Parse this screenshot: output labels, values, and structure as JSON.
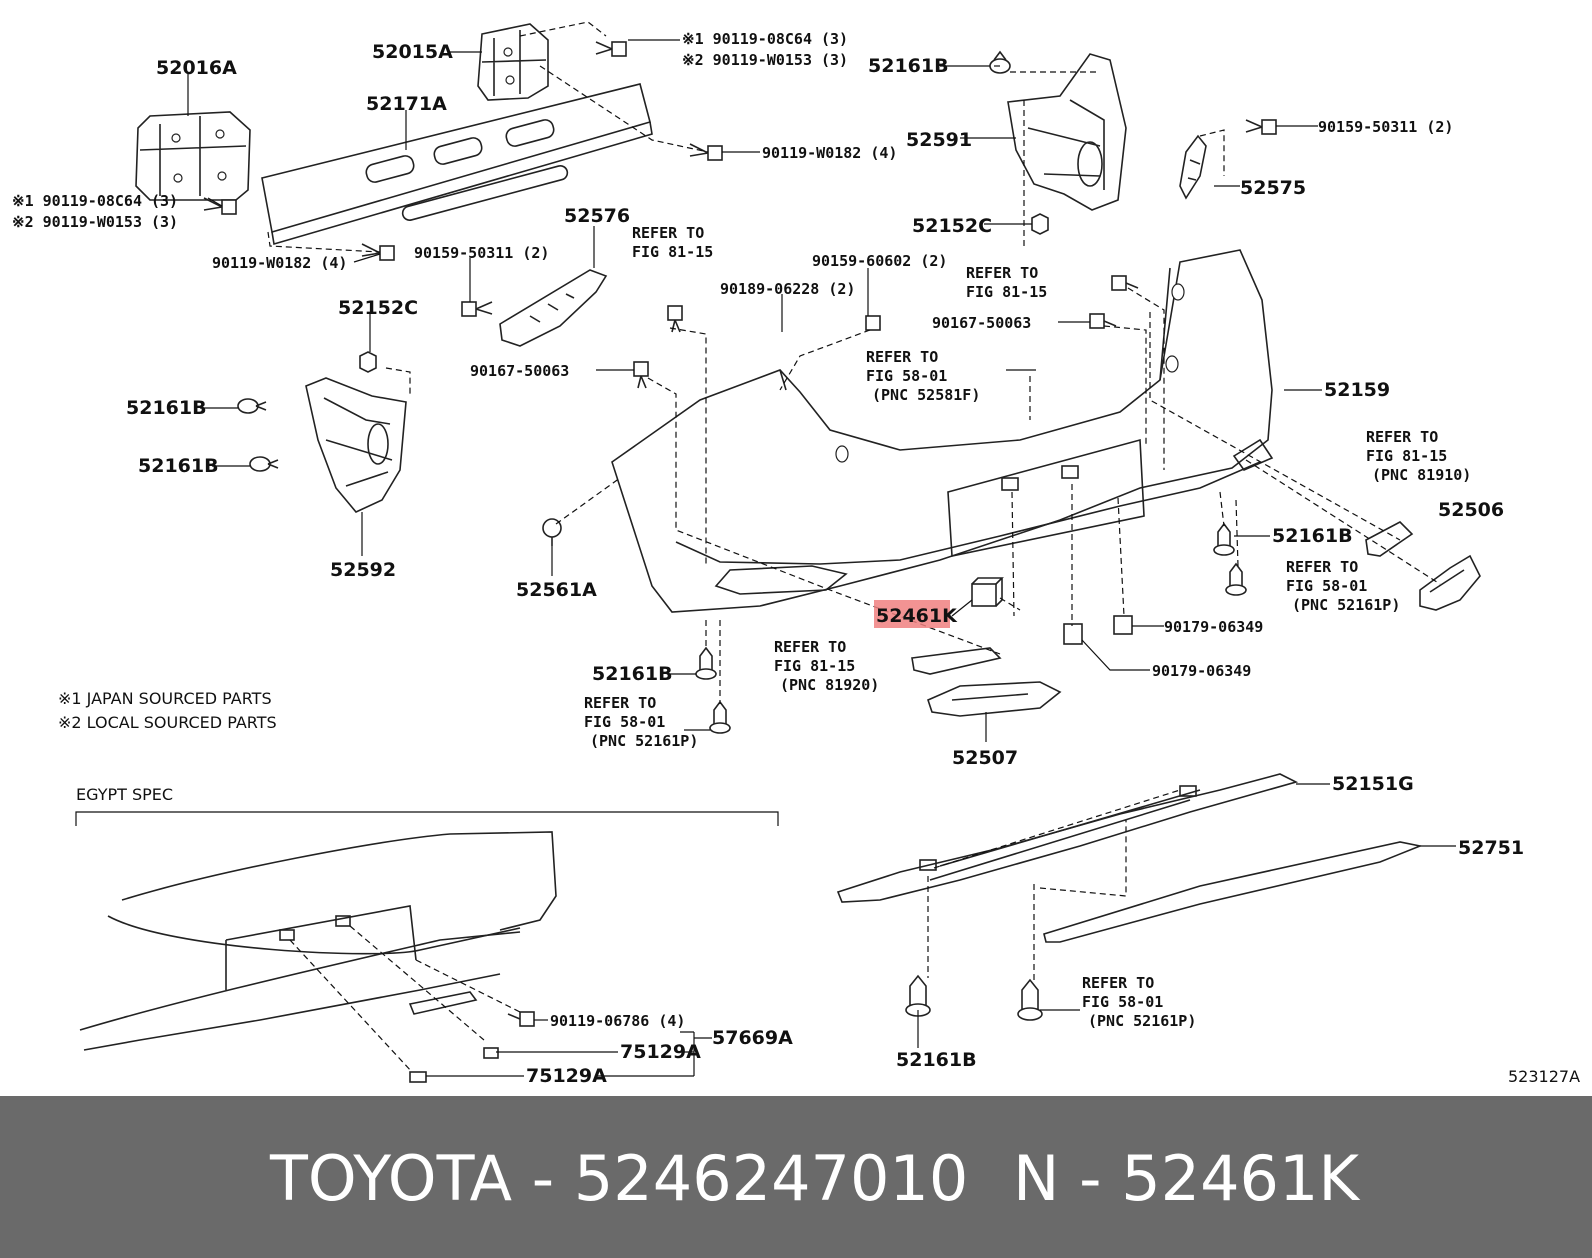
{
  "callouts": [
    {
      "id": "c1",
      "text": "52016A"
    },
    {
      "id": "c2",
      "text": "52015A"
    },
    {
      "id": "c3",
      "text": "※1 90119-08C64 (3)"
    },
    {
      "id": "c4",
      "text": "※2 90119-W0153 (3)"
    },
    {
      "id": "c5",
      "text": "52171A"
    },
    {
      "id": "c6",
      "text": "90119-W0182 (4)"
    },
    {
      "id": "c7",
      "text": "※1 90119-08C64 (3)"
    },
    {
      "id": "c8",
      "text": "※2 90119-W0153 (3)"
    },
    {
      "id": "c9",
      "text": "90119-W0182 (4)"
    },
    {
      "id": "c10",
      "text": "52161B"
    },
    {
      "id": "c11",
      "text": "52591"
    },
    {
      "id": "c12",
      "text": "52152C"
    },
    {
      "id": "c13",
      "text": "90159-50311 (2)"
    },
    {
      "id": "c14",
      "text": "52575"
    },
    {
      "id": "c15",
      "text": "52576"
    },
    {
      "id": "c16",
      "text": "90159-50311 (2)"
    },
    {
      "id": "c17",
      "text": "90159-60602 (2)"
    },
    {
      "id": "c18",
      "text": "90189-06228 (2)"
    },
    {
      "id": "c19",
      "text": "90167-50063"
    },
    {
      "id": "c20",
      "text": "90167-50063"
    },
    {
      "id": "c21",
      "text": "52152C"
    },
    {
      "id": "c22",
      "text": "52161B"
    },
    {
      "id": "c23",
      "text": "52161B"
    },
    {
      "id": "c24",
      "text": "52592"
    },
    {
      "id": "c25",
      "text": "52159"
    },
    {
      "id": "c26",
      "text": "52161B"
    },
    {
      "id": "c27",
      "text": "52506"
    },
    {
      "id": "c28",
      "text": "52561A"
    },
    {
      "id": "c29",
      "text": "52461K"
    },
    {
      "id": "c30",
      "text": "90179-06349"
    },
    {
      "id": "c31",
      "text": "90179-06349"
    },
    {
      "id": "c32",
      "text": "52161B"
    },
    {
      "id": "c33",
      "text": "52507"
    },
    {
      "id": "c34",
      "text": "52151G"
    },
    {
      "id": "c35",
      "text": "52751"
    },
    {
      "id": "c36",
      "text": "52161B"
    },
    {
      "id": "c37",
      "text": "90119-06786 (4)"
    },
    {
      "id": "c38",
      "text": "57669A"
    },
    {
      "id": "c39",
      "text": "75129A"
    },
    {
      "id": "c40",
      "text": "75129A"
    }
  ],
  "references": [
    {
      "id": "r1",
      "lines": [
        "REFER TO",
        "FIG 81-15"
      ]
    },
    {
      "id": "r2",
      "lines": [
        "REFER TO",
        "FIG 81-15"
      ]
    },
    {
      "id": "r3",
      "lines": [
        "REFER TO",
        "FIG 58-01",
        "(PNC 52581F)"
      ]
    },
    {
      "id": "r4",
      "lines": [
        "REFER TO",
        "FIG 81-15",
        "(PNC 81910)"
      ]
    },
    {
      "id": "r5",
      "lines": [
        "REFER TO",
        "FIG 58-01",
        "(PNC 52161P)"
      ]
    },
    {
      "id": "r6",
      "lines": [
        "REFER TO",
        "FIG 81-15",
        "(PNC 81920)"
      ]
    },
    {
      "id": "r7",
      "lines": [
        "REFER TO",
        "FIG 58-01",
        "(PNC 52161P)"
      ]
    },
    {
      "id": "r8",
      "lines": [
        "REFER TO",
        "FIG 58-01",
        "(PNC 52161P)"
      ]
    }
  ],
  "notes": {
    "japan": "※1 JAPAN SOURCED PARTS",
    "local": "※2 LOCAL SOURCED PARTS",
    "egypt_spec": "EGYPT SPEC",
    "figure_id": "523127A"
  },
  "highlight": {
    "callout": "c29",
    "color": "#f08080"
  },
  "footer": {
    "brand": "TOYOTA",
    "separator": "-",
    "part_number": "5246247010",
    "ref_code": "N",
    "ref_separator": "-",
    "ref_pnc": "52461K",
    "background": "#6a6a6a"
  }
}
